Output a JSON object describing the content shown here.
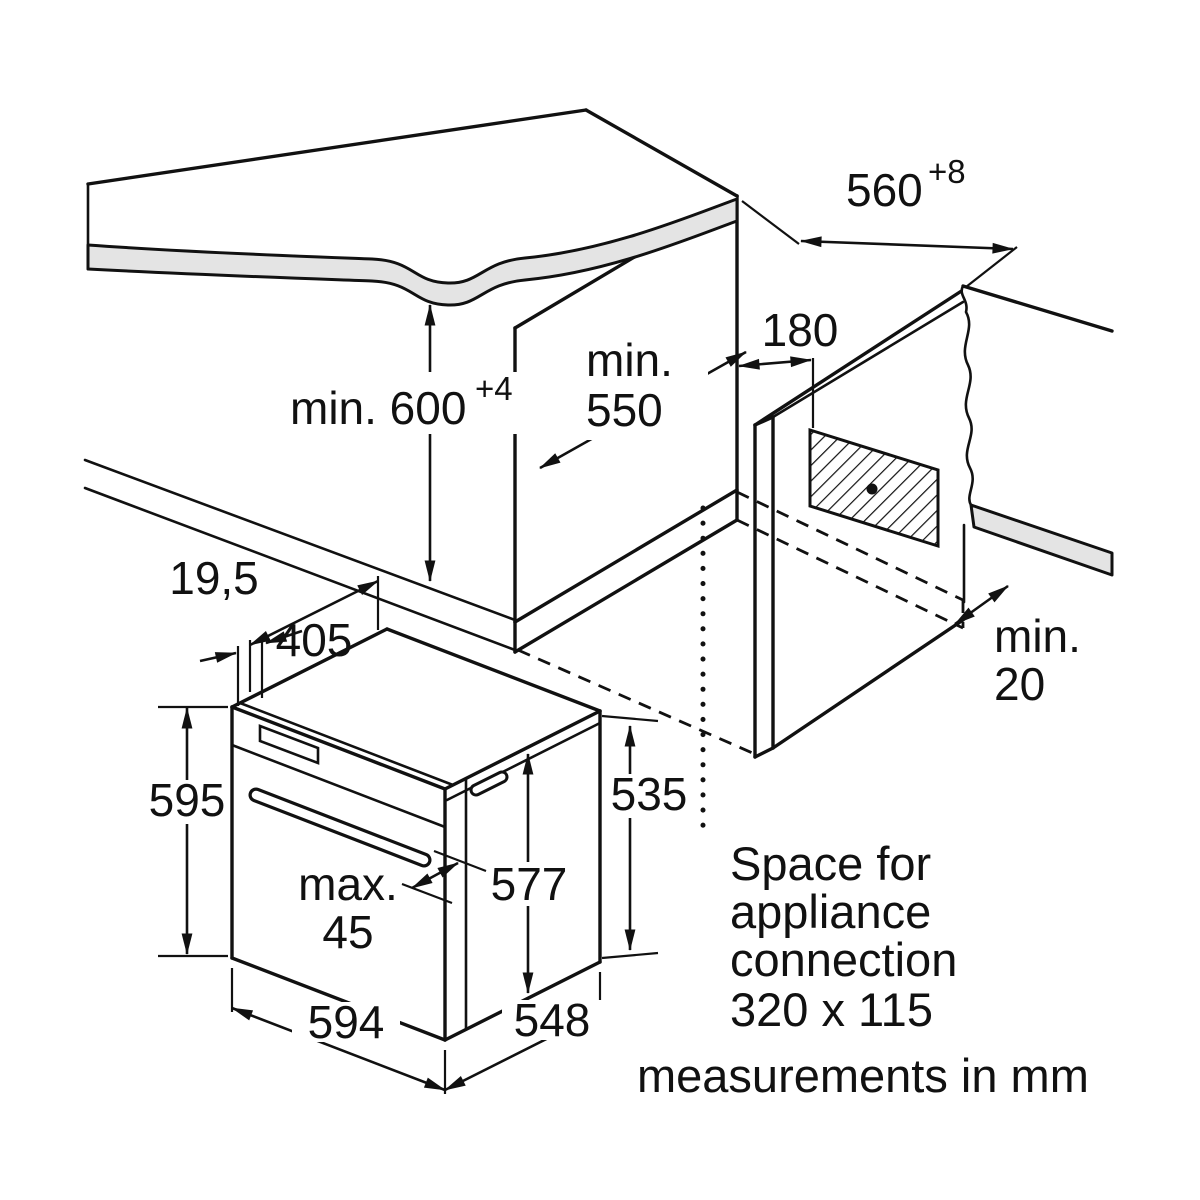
{
  "units_note": "measurements in mm",
  "niche": {
    "width": {
      "value": "560",
      "tolerance": "+8"
    },
    "height": {
      "value": "min. 600",
      "tolerance": "+4"
    },
    "depth": {
      "line1": "min.",
      "line2": "550"
    },
    "connection_offset": "180",
    "rear_gap": {
      "line1": "min.",
      "line2": "20"
    }
  },
  "oven": {
    "fascia_depth": "19,5",
    "top_depth": "405",
    "height": "595",
    "handle_clearance": {
      "line1": "max.",
      "line2": "45"
    },
    "body_height": "577",
    "rear_height": "535",
    "width": "594",
    "depth": "548"
  },
  "connection_space": {
    "line1": "Space for",
    "line2": "appliance",
    "line3": "connection",
    "line4": "320 x 115"
  },
  "colors": {
    "line": "#111111",
    "worktop_fill": "#e4e4e4",
    "background": "#ffffff"
  }
}
